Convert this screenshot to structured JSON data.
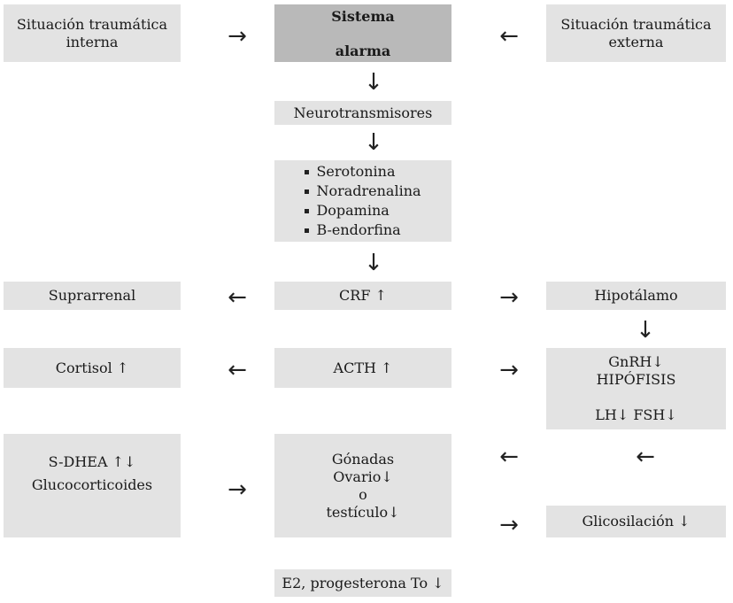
{
  "boxes": {
    "internal": [
      "Situación traumática",
      "interna"
    ],
    "alarm": [
      "Sistema",
      "alarma"
    ],
    "external": [
      "Situación traumática",
      "externa"
    ],
    "neuro": "Neurotransmisores",
    "list": [
      "Serotonina",
      "Noradrenalina",
      "Dopamina",
      "B-endorfina"
    ],
    "suprarrenal": "Suprarrenal",
    "crf": "CRF ↑",
    "hipotalamo": "Hipotálamo",
    "cortisol": "Cortisol ↑",
    "acth": "ACTH ↑",
    "gnrh": [
      "GnRH↓",
      "HIPÓFISIS",
      "LH↓ FSH↓"
    ],
    "sdhea": [
      "S-DHEA ↑↓",
      "Glucocorticoides"
    ],
    "gonadas": [
      "Gónadas",
      "Ovario↓",
      "o",
      "testículo↓"
    ],
    "glico": "Glicosilación ↓",
    "e2": "E2, progesterona To ↓"
  },
  "arrows": {
    "right": "→",
    "left": "←",
    "down": "↓"
  }
}
